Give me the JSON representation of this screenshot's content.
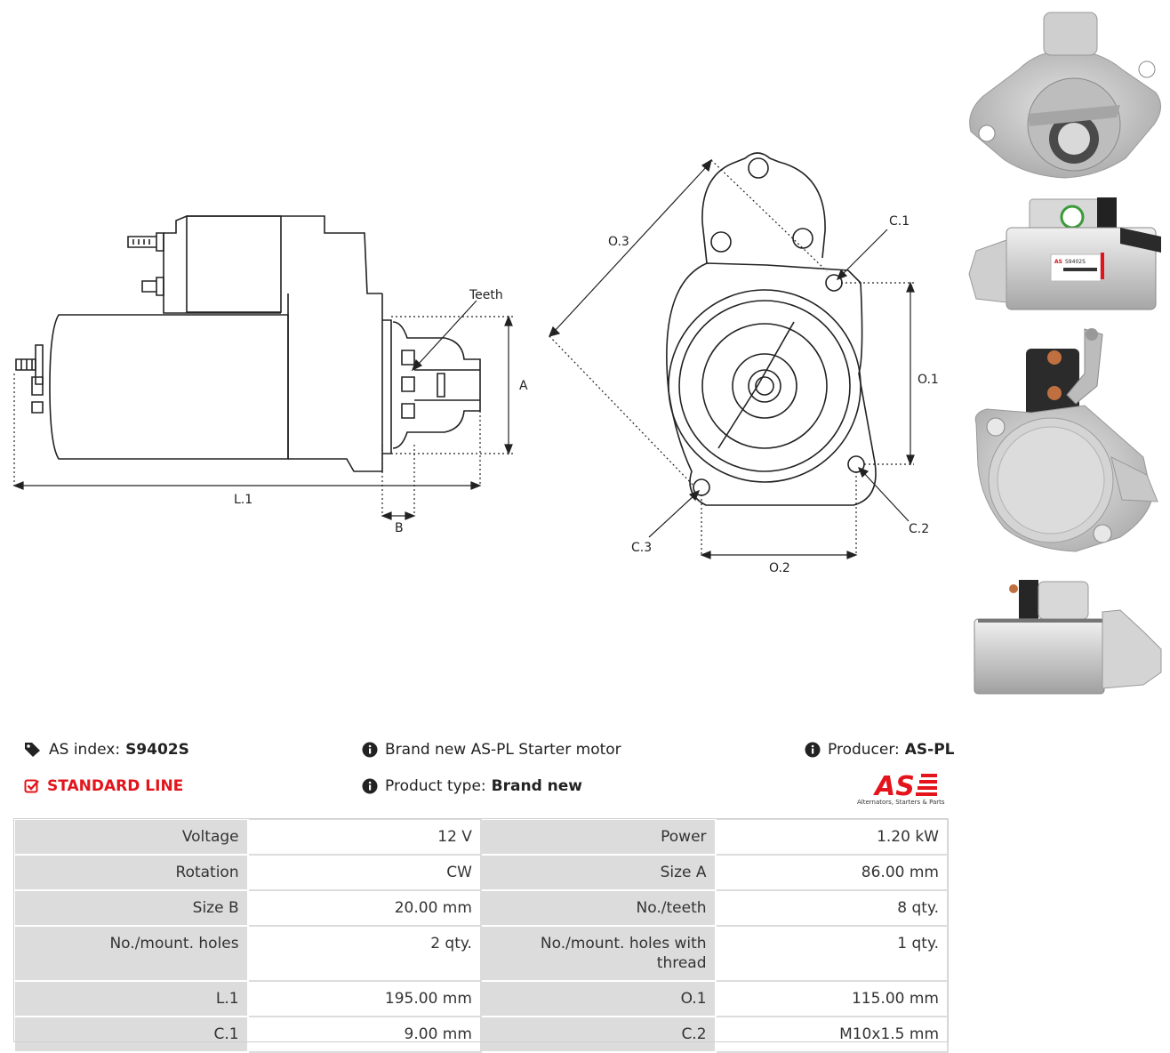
{
  "drawing": {
    "side_labels": {
      "teeth": "Teeth",
      "a": "A",
      "l1": "L.1",
      "b": "B"
    },
    "front_labels": {
      "o3": "O.3",
      "c1": "C.1",
      "o1": "O.1",
      "c2": "C.2",
      "c3": "C.3",
      "o2": "O.2"
    }
  },
  "photo_label": {
    "code": "S9402S"
  },
  "info": {
    "as_index_label": "AS index:",
    "as_index_value": "S9402S",
    "line_label": "STANDARD LINE",
    "description": "Brand new AS-PL Starter motor",
    "product_type_label": "Product type:",
    "product_type_value": "Brand new",
    "producer_label": "Producer:",
    "producer_value": "AS-PL"
  },
  "logo": {
    "mark": "AS",
    "tagline": "Alternators, Starters & Parts"
  },
  "specs": [
    [
      "Voltage",
      "12 V",
      "Power",
      "1.20 kW"
    ],
    [
      "Rotation",
      "CW",
      "Size A",
      "86.00 mm"
    ],
    [
      "Size B",
      "20.00 mm",
      "No./teeth",
      "8 qty."
    ],
    [
      "No./mount. holes",
      "2 qty.",
      "No./mount. holes with thread",
      "1 qty."
    ],
    [
      "L.1",
      "195.00 mm",
      "O.1",
      "115.00 mm"
    ],
    [
      "C.1",
      "9.00 mm",
      "C.2",
      "M10x1.5 mm"
    ]
  ],
  "colors": {
    "accent_red": "#e3141b",
    "label_bg": "#dcdcdc"
  }
}
